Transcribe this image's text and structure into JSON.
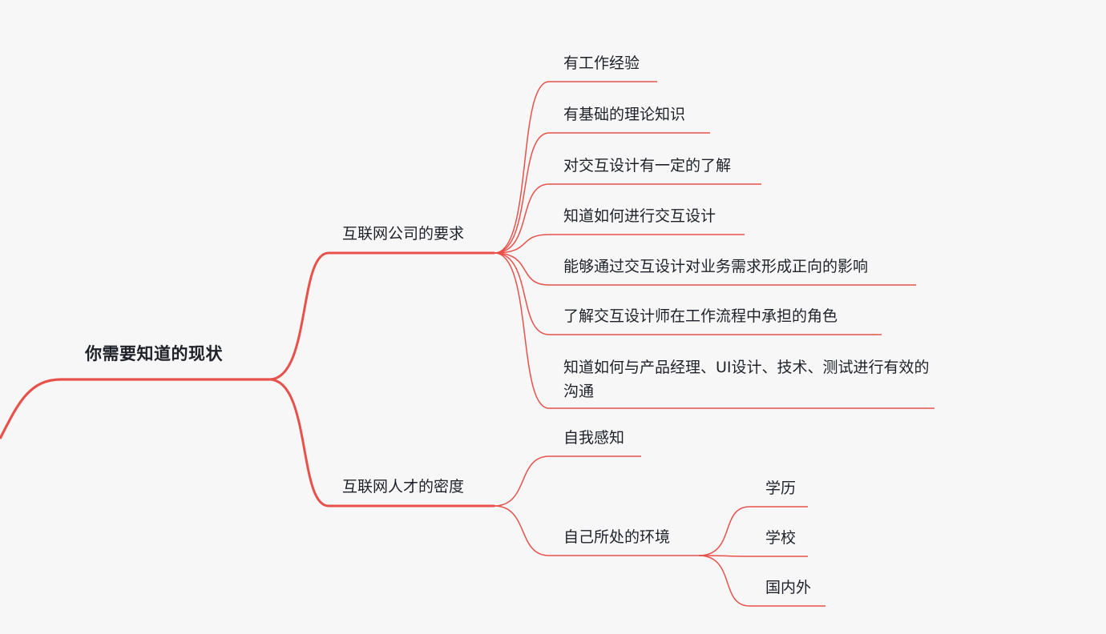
{
  "mindmap": {
    "root": {
      "label": "你需要知道的现状"
    },
    "branches": [
      {
        "label": "互联网公司的要求",
        "children": [
          {
            "label": "有工作经验"
          },
          {
            "label": "有基础的理论知识"
          },
          {
            "label": "对交互设计有一定的了解"
          },
          {
            "label": "知道如何进行交互设计"
          },
          {
            "label": "能够通过交互设计对业务需求形成正向的影响"
          },
          {
            "label": "了解交互设计师在工作流程中承担的角色"
          },
          {
            "label": "知道如何与产品经理、UI设计、技术、测试进行有效的沟通"
          }
        ]
      },
      {
        "label": "互联网人才的密度",
        "children": [
          {
            "label": "自我感知"
          },
          {
            "label": "自己所处的环境",
            "children": [
              {
                "label": "学历"
              },
              {
                "label": "学校"
              },
              {
                "label": "国内外"
              }
            ]
          }
        ]
      }
    ]
  },
  "colors": {
    "line": "#e8514a",
    "text": "#1f2129",
    "background": "#f7f7f8"
  }
}
